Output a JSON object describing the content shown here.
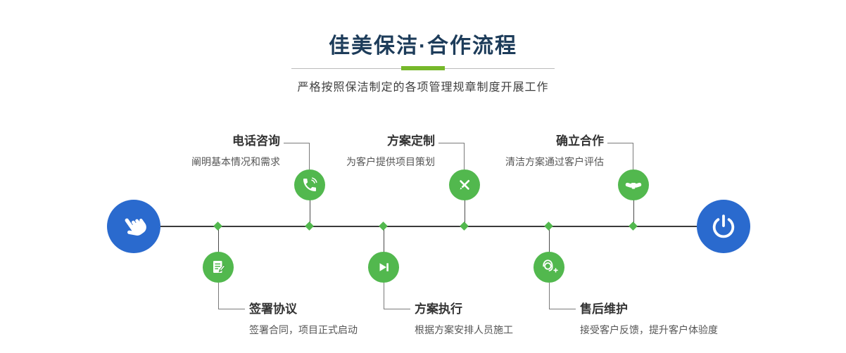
{
  "header": {
    "title": "佳美保洁·合作流程",
    "subtitle": "严格按照保洁制定的各项管理规章制度开展工作"
  },
  "colors": {
    "primary_blue": "#2a6ace",
    "accent_green": "#52b84e",
    "divider_green": "#76b82a",
    "title_text": "#1d3c5a",
    "line_gray": "#3b3b3b"
  },
  "timeline": {
    "start_icon": "pointing-hand-icon",
    "end_icon": "power-icon"
  },
  "steps_top": [
    {
      "title": "电话咨询",
      "desc": "阐明基本情况和需求",
      "icon": "phone-icon"
    },
    {
      "title": "方案定制",
      "desc": "为客户提供项目策划",
      "icon": "design-tools-icon"
    },
    {
      "title": "确立合作",
      "desc": "清洁方案通过客户评估",
      "icon": "handshake-icon"
    }
  ],
  "steps_bottom": [
    {
      "title": "签署协议",
      "desc": "签署合同，项目正式启动",
      "icon": "contract-icon"
    },
    {
      "title": "方案执行",
      "desc": "根据方案安排人员施工",
      "icon": "play-forward-icon"
    },
    {
      "title": "售后维护",
      "desc": "接受客户反馈，提升客户体验度",
      "icon": "headset-icon"
    }
  ]
}
